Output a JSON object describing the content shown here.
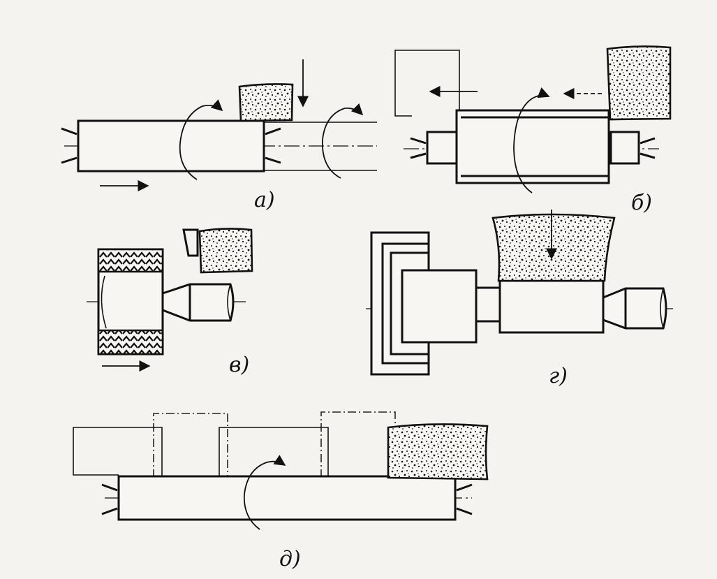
{
  "figure": {
    "panels": [
      {
        "id": "a",
        "label": "а)"
      },
      {
        "id": "b",
        "label": "б)"
      },
      {
        "id": "v",
        "label": "в)"
      },
      {
        "id": "g",
        "label": "г)"
      },
      {
        "id": "d",
        "label": "д)"
      }
    ]
  }
}
